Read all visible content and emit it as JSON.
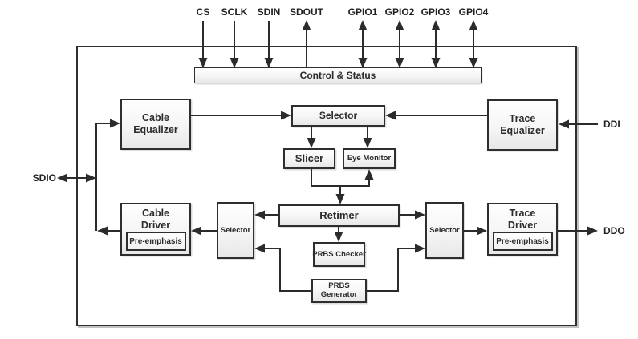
{
  "pins": {
    "top": [
      {
        "label": "CS",
        "direction": "input",
        "active_low": true
      },
      {
        "label": "SCLK",
        "direction": "input"
      },
      {
        "label": "SDIN",
        "direction": "input"
      },
      {
        "label": "SDOUT",
        "direction": "output"
      },
      {
        "label": "GPIO1",
        "direction": "bidirectional"
      },
      {
        "label": "GPIO2",
        "direction": "bidirectional"
      },
      {
        "label": "GPIO3",
        "direction": "bidirectional"
      },
      {
        "label": "GPIO4",
        "direction": "bidirectional"
      }
    ],
    "left": {
      "label": "SDIO",
      "direction": "bidirectional"
    },
    "right_top": {
      "label": "DDI",
      "direction": "input"
    },
    "right_bottom": {
      "label": "DDO",
      "direction": "output"
    }
  },
  "blocks": {
    "control_status": "Control & Status",
    "cable_equalizer": "Cable Equalizer",
    "selector_top": "Selector",
    "trace_equalizer": "Trace Equalizer",
    "slicer": "Slicer",
    "eye_monitor": "Eye Monitor",
    "retimer": "Retimer",
    "selector_left": "Selector",
    "selector_right": "Selector",
    "cable_driver": "Cable Driver",
    "trace_driver": "Trace Driver",
    "pre_emphasis_left": "Pre-emphasis",
    "pre_emphasis_right": "Pre-emphasis",
    "prbs_checker": "PRBS Checker",
    "prbs_generator": "PRBS Generator"
  },
  "connections": [
    "CS -> Control & Status",
    "SCLK -> Control & Status",
    "SDIN -> Control & Status",
    "Control & Status -> SDOUT",
    "GPIO1 <-> Control & Status",
    "GPIO2 <-> Control & Status",
    "GPIO3 <-> Control & Status",
    "GPIO4 <-> Control & Status",
    "SDIO <-> internal node",
    "internal node -> Cable Equalizer",
    "Cable Driver -> internal node",
    "Cable Equalizer -> Selector (top)",
    "Trace Equalizer -> Selector (top)",
    "DDI -> Trace Equalizer",
    "Selector (top) -> Slicer",
    "Selector (top) -> Eye Monitor",
    "Slicer -> Retimer",
    "Slicer -> Eye Monitor",
    "Retimer -> Selector (left)",
    "Retimer -> Selector (right)",
    "Retimer -> PRBS Checker",
    "PRBS Generator -> Selector (left)",
    "PRBS Generator -> Selector (right)",
    "Selector (left) -> Cable Driver",
    "Selector (right) -> Trace Driver",
    "Trace Driver -> DDO"
  ],
  "colors": {
    "line": "#2b2b2b",
    "block_border": "#2e2e2e",
    "block_fill_top": "#fefefe",
    "block_fill_bottom": "#e7e7e7",
    "background": "#ffffff",
    "text": "#222222"
  }
}
